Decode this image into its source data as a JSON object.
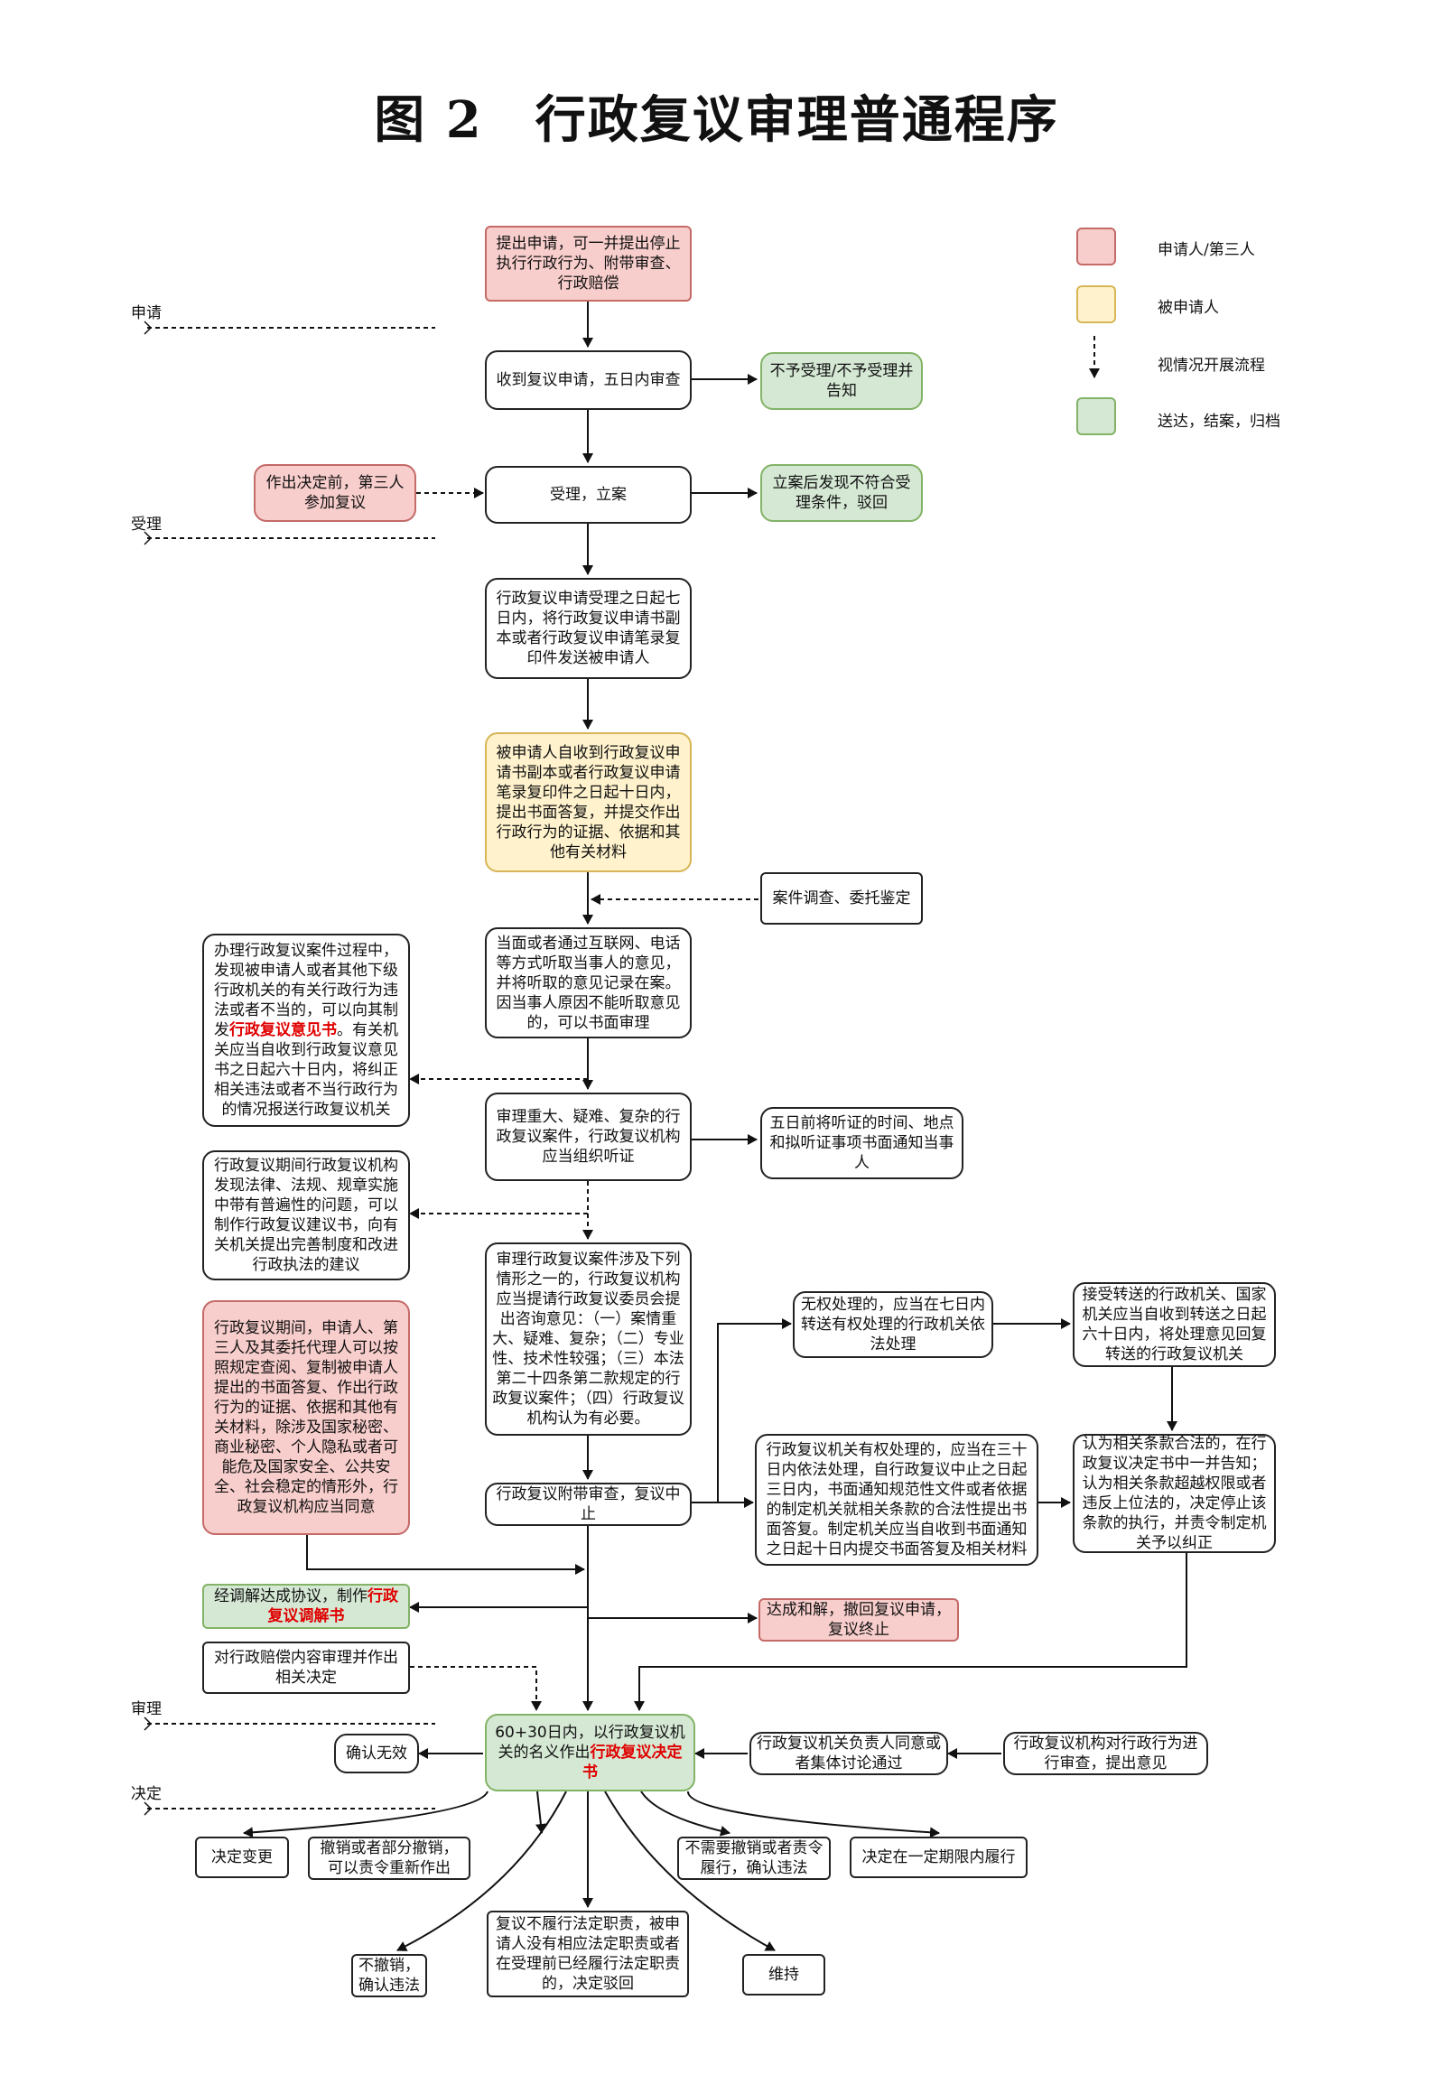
{
  "title": "图 2　行政复议审理普通程序",
  "stages": {
    "apply": "申请",
    "accept": "受理",
    "review": "审理",
    "decide": "决定"
  },
  "legend": {
    "applicant": "申请人/第三人",
    "respondent": "被申请人",
    "conditional": "视情况开展流程",
    "archive": "送达，结案，归档"
  },
  "colors": {
    "applicant": "#f8cecc",
    "respondent": "#fff2cc",
    "archive": "#d5e8d4"
  },
  "nodes": {
    "apply": "提出申请，可一并提出停止执行行政行为、附带审查、行政赔偿",
    "receive": "收到复议申请，五日内审查",
    "reject_accept": "不予受理/不予受理并告知",
    "third_party": "作出决定前，第三人参加复议",
    "accept": "受理，立案",
    "dismiss": "立案后发现不符合受理条件，驳回",
    "send_copy": "行政复议申请受理之日起七日内，将行政复议申请书副本或者行政复议申请笔录复印件发送被申请人",
    "respondent_reply": "被申请人自收到行政复议申请书副本或者行政复议申请笔录复印件之日起十日内，提出书面答复，并提交作出行政行为的证据、依据和其他有关材料",
    "investigate": "案件调查、委托鉴定",
    "hear_opinion": "当面或者通过互联网、电话等方式听取当事人的意见，并将听取的意见记录在案。因当事人原因不能听取意见的，可以书面审理",
    "opinion_letter_a": "办理行政复议案件过程中，发现被申请人或者其他下级行政机关的有关行政行为违法或者不当的，可以向其制发",
    "opinion_letter_em": "行政复议意见书",
    "opinion_letter_b": "。有关机关应当自收到行政复议意见书之日起六十日内，将纠正相关违法或者不当行政行为的情况报送行政复议机关",
    "hearing": "审理重大、疑难、复杂的行政复议案件，行政复议机构应当组织听证",
    "hearing_notice": "五日前将听证的时间、地点和拟听证事项书面通知当事人",
    "suggestion_letter": "行政复议期间行政复议机构发现法律、法规、规章实施中带有普遍性的问题，可以制作行政复议建议书，向有关机关提出完善制度和改进行政执法的建议",
    "committee": "审理行政复议案件涉及下列情形之一的，行政复议机构应当提请行政复议委员会提出咨询意见：（一）案情重大、疑难、复杂；（二）专业性、技术性较强；（三）本法第二十四条第二款规定的行政复议案件；（四）行政复议机构认为有必要。",
    "consult_files": "行政复议期间，申请人、第三人及其委托代理人可以按照规定查阅、复制被申请人提出的书面答复、作出行政行为的证据、依据和其他有关材料，除涉及国家秘密、商业秘密、个人隐私或者可能危及国家安全、公共安全、社会稳定的情形外，行政复议机构应当同意",
    "no_power": "无权处理的，应当在七日内转送有权处理的行政机关依法处理",
    "transfer_receive": "接受转送的行政机关、国家机关应当自收到转送之日起六十日内，将处理意见回复转送的行政复议机关",
    "incidental_review": "行政复议附带审查，复议中止",
    "has_power": "行政复议机关有权处理的，应当在三十日内依法处理，自行政复议中止之日起三日内，书面通知规范性文件或者依据的制定机关就相关条款的合法性提出书面答复。制定机关应当自收到书面通知之日起十日内提交书面答复及相关材料",
    "legality": "认为相关条款合法的，在行政复议决定书中一并告知；认为相关条款超越权限或者违反上位法的，决定停止该条款的执行，并责令制定机关予以纠正",
    "mediation_a": "经调解达成协议，制作",
    "mediation_em": "行政复议调解书",
    "settlement": "达成和解，撤回复议申请，复议终止",
    "compensation": "对行政赔偿内容审理并作出相关决定",
    "decision_a": "60+30日内，以行政复议机关的名义作出",
    "decision_em": "行政复议决定书",
    "confirm_invalid": "确认无效",
    "approval": "行政复议机关负责人同意或者集体讨论通过",
    "review_opinion": "行政复议机构对行政行为进行审查，提出意见",
    "change": "决定变更",
    "revoke": "撤销或者部分撤销，可以责令重新作出",
    "confirm_illegal": "不需要撤销或者责令履行，确认违法",
    "perform": "决定在一定期限内履行",
    "not_revoke": "不撤销，确认违法",
    "reject_claim": "复议不履行法定职责，被申请人没有相应法定职责或者在受理前已经履行法定职责的，决定驳回",
    "maintain": "维持"
  }
}
